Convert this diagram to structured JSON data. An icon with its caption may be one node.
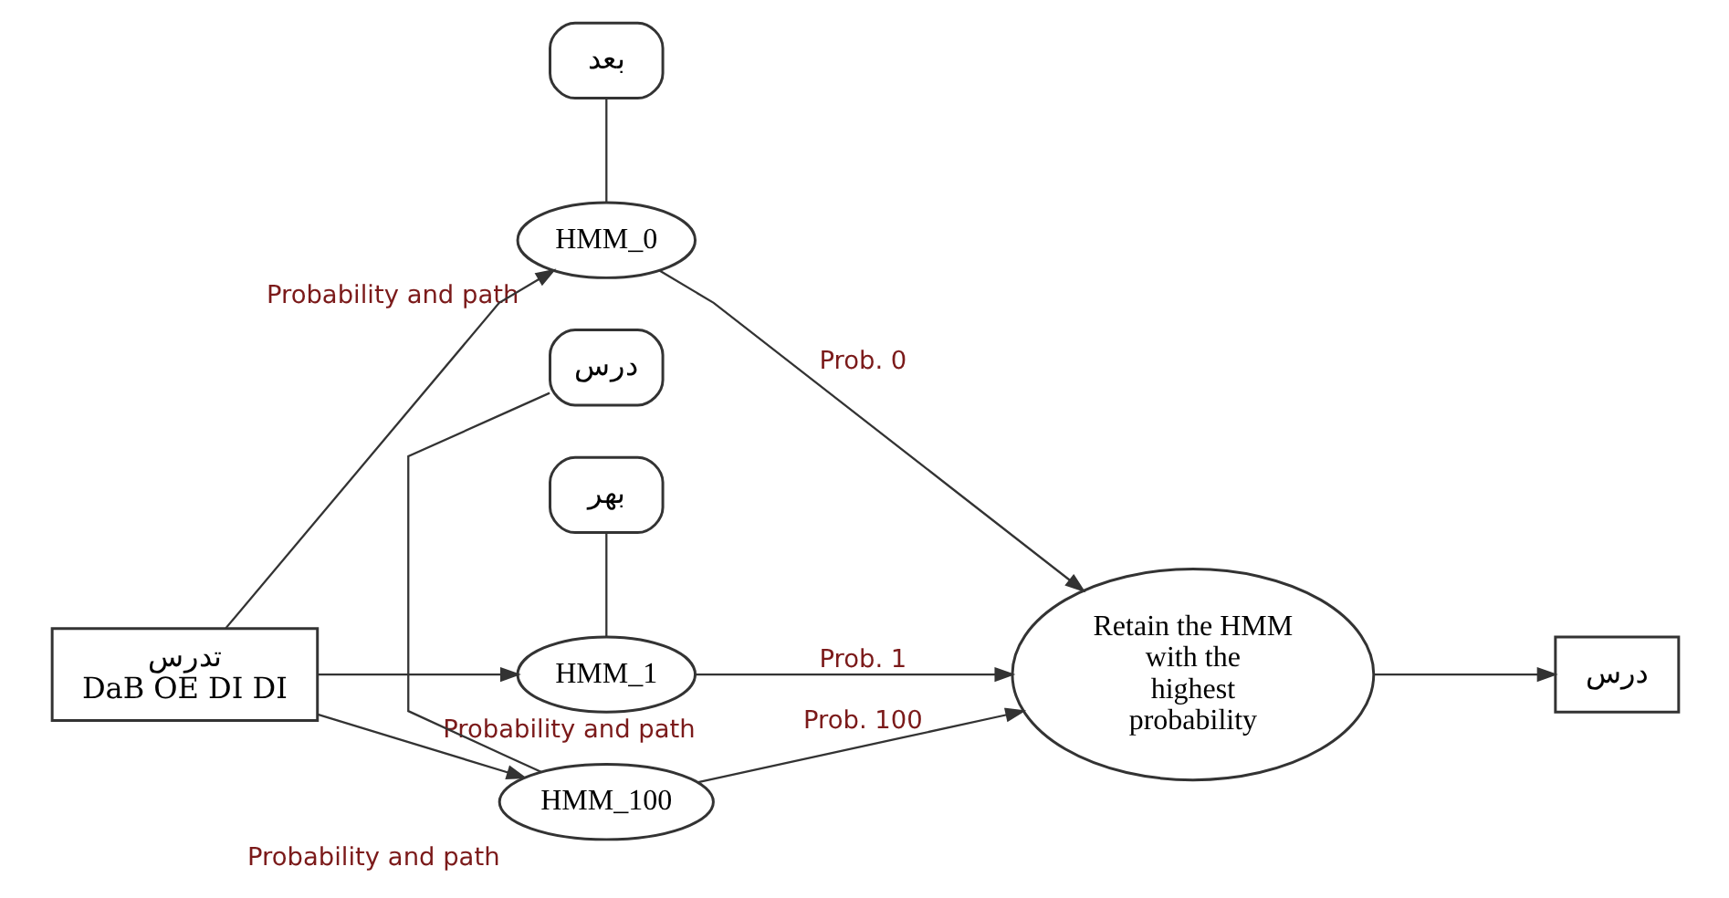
{
  "diagram": {
    "nodes": [
      {
        "text": [
          "تدرس",
          "DaB OE DI DI"
        ]
      },
      {
        "text": [
          "بعد"
        ]
      },
      {
        "text": [
          "HMM_0"
        ],
        "beside": [
          "Probability and path"
        ]
      },
      {
        "text": [
          "بهر"
        ]
      },
      {
        "text": [
          "HMM_1"
        ],
        "beside": [
          "Probability and path"
        ]
      },
      {
        "text": [
          "درس"
        ]
      },
      {
        "text": [
          "HMM_100"
        ],
        "beside": [
          "Probability and path"
        ]
      },
      {
        "text": [
          "Retain the HMM with the highest probability"
        ]
      },
      {
        "text": [
          "درس"
        ]
      }
    ],
    "edges": [
      {
        "from": 0,
        "to": 2,
        "arrow": "to"
      },
      {
        "from": 0,
        "to": 4,
        "arrow": "to"
      },
      {
        "from": 0,
        "to": 6,
        "arrow": "to"
      },
      {
        "from": 1,
        "to": 2,
        "arrow": "none"
      },
      {
        "from": 3,
        "to": 4,
        "arrow": "none"
      },
      {
        "from": 5,
        "to": 6,
        "arrow": "none"
      },
      {
        "from": 2,
        "to": 7,
        "label": "Prob. 0",
        "arrow": "to"
      },
      {
        "from": 4,
        "to": 7,
        "label": "Prob. 1",
        "arrow": "to"
      },
      {
        "from": 6,
        "to": 7,
        "label": "Prob. 100",
        "arrow": "to"
      },
      {
        "from": 7,
        "to": 8,
        "arrow": "to"
      }
    ]
  }
}
